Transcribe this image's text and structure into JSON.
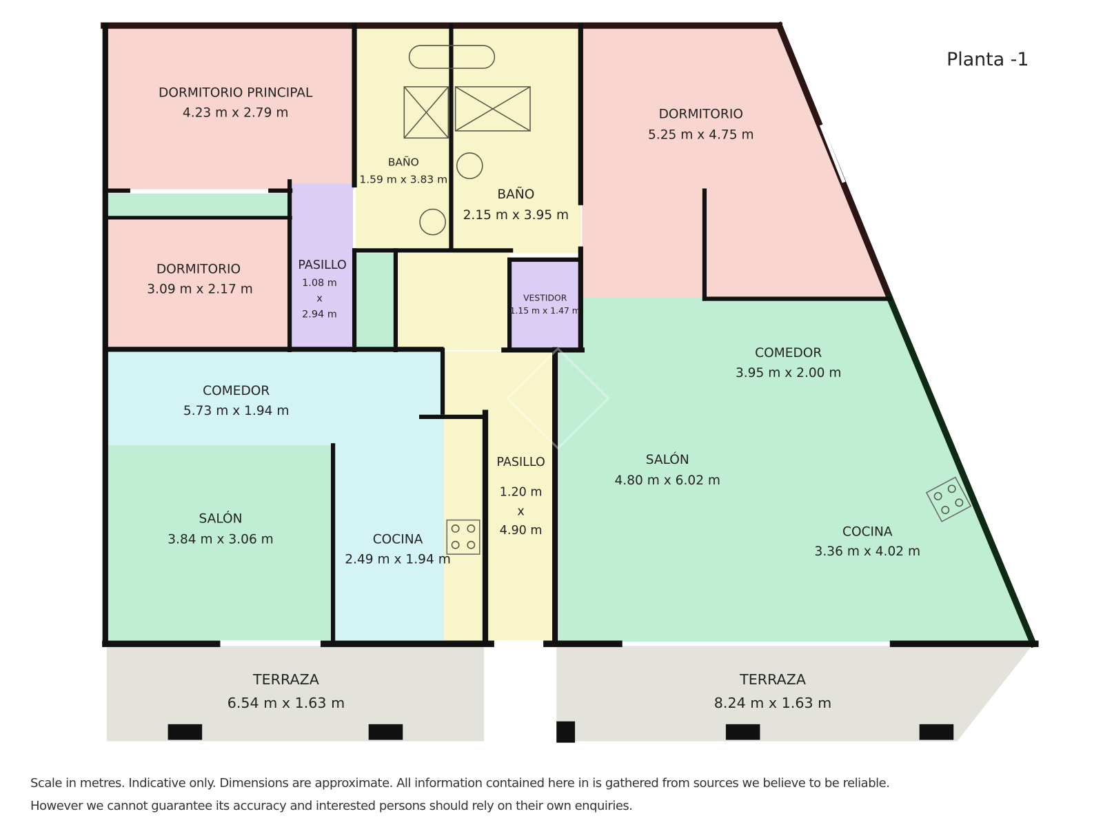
{
  "floor_title": "Planta -1",
  "colors": {
    "bedroom": "#f8d5cf",
    "bath": "#f9f5cb",
    "living": "#c0eed4",
    "hall": "#dccdf5",
    "dining": "#d4f3f4",
    "terrace": "#e3e3dc",
    "wall": "#111111"
  },
  "rooms": [
    {
      "name": "DORMITORIO PRINCIPAL",
      "size": "4.23 m x 2.79 m"
    },
    {
      "name": "DORMITORIO",
      "size": "3.09 m x 2.17 m"
    },
    {
      "name": "PASILLO",
      "size_lines": [
        "1.08 m",
        "x",
        "2.94 m"
      ]
    },
    {
      "name": "BAÑO",
      "size": "1.59 m x 3.83 m"
    },
    {
      "name": "BAÑO",
      "size": "2.15 m x 3.95 m"
    },
    {
      "name": "VESTIDOR",
      "size": "1.15 m x 1.47 m"
    },
    {
      "name": "DORMITORIO",
      "size": "5.25 m x 4.75 m"
    },
    {
      "name": "COMEDOR",
      "size": "3.95 m x 2.00 m"
    },
    {
      "name": "COMEDOR",
      "size": "5.73 m x 1.94 m"
    },
    {
      "name": "SALÓN",
      "size": "4.80 m x 6.02 m"
    },
    {
      "name": "PASILLO",
      "size_lines": [
        "1.20 m",
        "x",
        "4.90 m"
      ]
    },
    {
      "name": "SALÓN",
      "size": "3.84 m x 3.06 m"
    },
    {
      "name": "COCINA",
      "size": "2.49 m x 1.94 m"
    },
    {
      "name": "COCINA",
      "size": "3.36 m x 4.02 m"
    },
    {
      "name": "TERRAZA",
      "size": "6.54 m x 1.63 m"
    },
    {
      "name": "TERRAZA",
      "size": "8.24 m x 1.63 m"
    }
  ],
  "footer": {
    "line1": "Scale in metres. Indicative only.  Dimensions are approximate. All information contained here in is gathered from sources we believe to be reliable.",
    "line2": "However we cannot guarantee its accuracy and interested persons should rely on their own enquiries."
  }
}
